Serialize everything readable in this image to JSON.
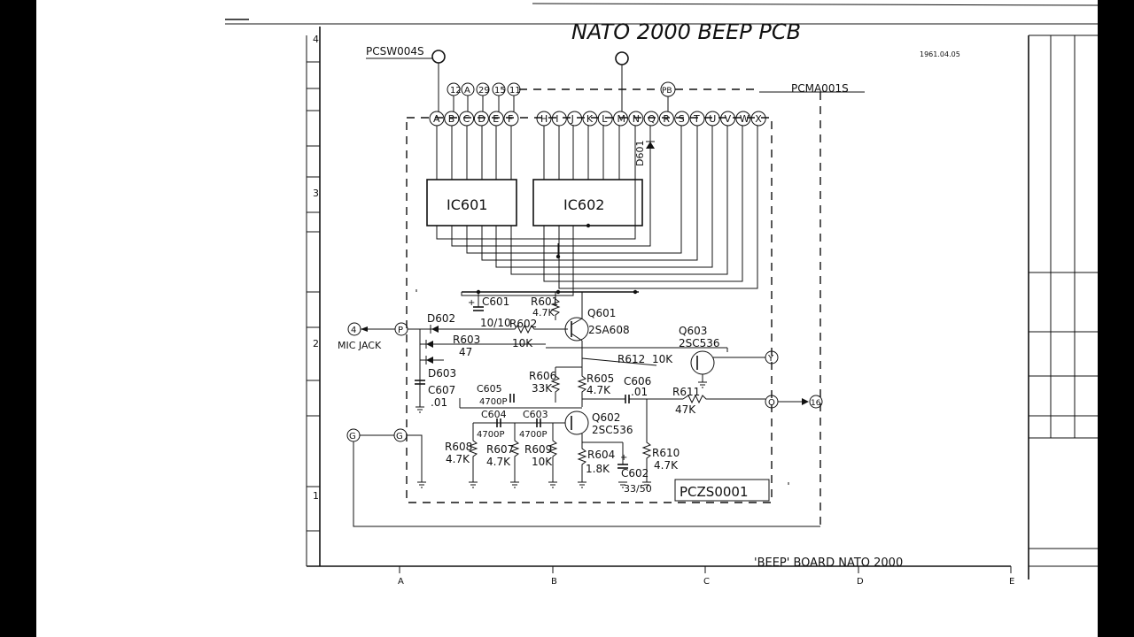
{
  "title": "NATO 2000 BEEP PCB",
  "footer": "'BEEP' BOARD  NATO 2000",
  "connectors": {
    "top_left": "PCSW004S",
    "top_right": "PCMA001S",
    "board_id": "PCZS0001"
  },
  "pins_top_left": [
    "12",
    "A",
    "29",
    "15",
    "11"
  ],
  "pin_pb": "PB",
  "pins_left": [
    "A",
    "B",
    "C",
    "D",
    "E",
    "F"
  ],
  "pins_right": [
    "H",
    "I",
    "J",
    "K",
    "L",
    "M",
    "N",
    "Q",
    "R",
    "S",
    "T",
    "U",
    "V",
    "W",
    "X"
  ],
  "ic": [
    "IC601",
    "IC602"
  ],
  "components": {
    "d601": "D601",
    "d602": "D602",
    "d603": "D603",
    "c601": "C601",
    "c601v": "10/10",
    "r601": "R601",
    "r601v": "4.7K",
    "r602": "R602",
    "r602v": "10K",
    "r603": "R603",
    "r603v": "47",
    "q601": "Q601",
    "q601t": "2SA608",
    "q603": "Q603",
    "q603t": "2SC536",
    "r612": "R612",
    "r612v": "10K",
    "r606": "R606",
    "r606v": "33K",
    "r605": "R605",
    "r605v": "4.7K",
    "c606": "C606",
    "c606v": ".01",
    "r611": "R611",
    "r611v": "47K",
    "c605": "C605",
    "c605v": "4700P",
    "c604": "C604",
    "c604v": "4700P",
    "c603": "C603",
    "c603v": "4700P",
    "c607": "C607",
    "c607v": ".01",
    "q602": "Q602",
    "q602t": "2SC536",
    "r608": "R608",
    "r608v": "4.7K",
    "r607": "R607",
    "r607v": "4.7K",
    "r609": "R609",
    "r609v": "10K",
    "r604": "R604",
    "r604v": "1.8K",
    "c602": "C602",
    "c602v": "33/50",
    "r610": "R610",
    "r610v": "4.7K"
  },
  "terminals": {
    "mic": "4",
    "mic_label": "MIC JACK",
    "p": "P",
    "y": "Y",
    "o": "O",
    "out": "16",
    "g1": "G",
    "g2": "G"
  },
  "grid": {
    "rows": [
      "4",
      "3",
      "2",
      "1"
    ],
    "cols": [
      "A",
      "B",
      "C",
      "D",
      "E"
    ]
  },
  "margin_note": "1961.04.05",
  "colors": {
    "ink": "#111111",
    "paper": "#ffffff",
    "background": "#000000"
  }
}
